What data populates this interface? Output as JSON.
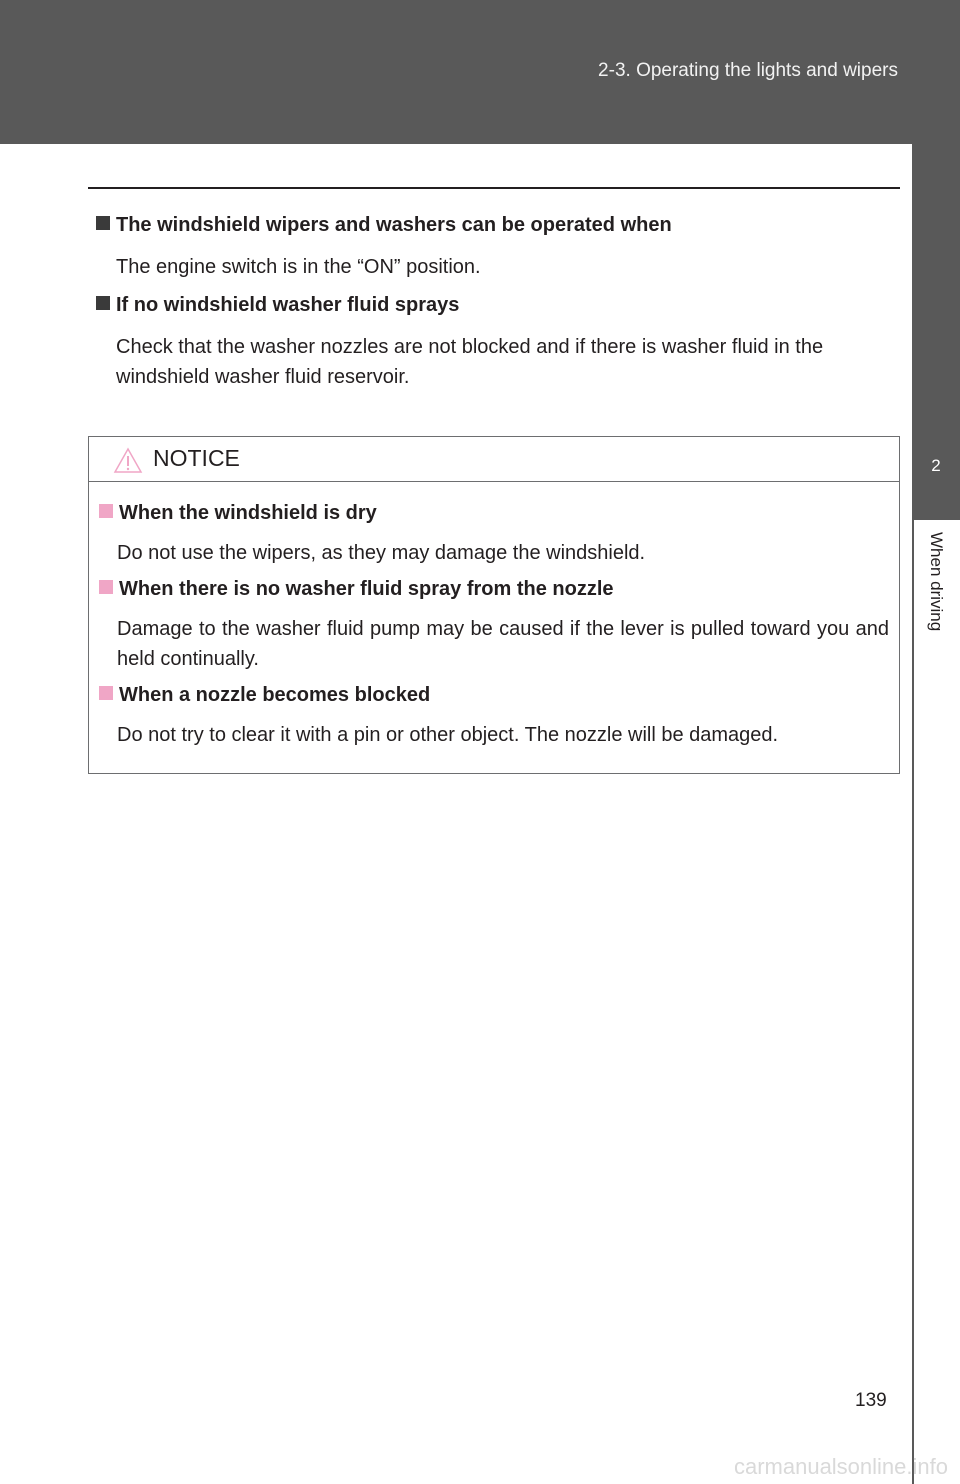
{
  "header": {
    "title": "2-3. Operating the lights and wipers"
  },
  "side_tab": {
    "number": "2",
    "label": "When driving"
  },
  "sections": [
    {
      "heading": "The windshield wipers and washers can be operated when",
      "text": "The engine switch is in the “ON” position."
    },
    {
      "heading": "If no windshield washer fluid sprays",
      "text": "Check that the washer nozzles are not blocked and if there is washer fluid in the windshield washer fluid reservoir."
    }
  ],
  "notice": {
    "title": "NOTICE",
    "items": [
      {
        "heading": "When the windshield is dry",
        "text": "Do not use the wipers, as they may damage the windshield."
      },
      {
        "heading": "When there is no washer fluid spray from the nozzle",
        "text": "Damage to the washer fluid pump may be caused if the lever is pulled toward you and held continually."
      },
      {
        "heading": "When a nozzle becomes blocked",
        "text": "Do not try to clear it with a pin or other object. The nozzle will be damaged."
      }
    ]
  },
  "page_number": "139",
  "watermark": "carmanualsonline.info",
  "colors": {
    "header": "#595959",
    "notice_bullet": "#f0a6c6",
    "warning_icon": "#f0a6c6"
  }
}
